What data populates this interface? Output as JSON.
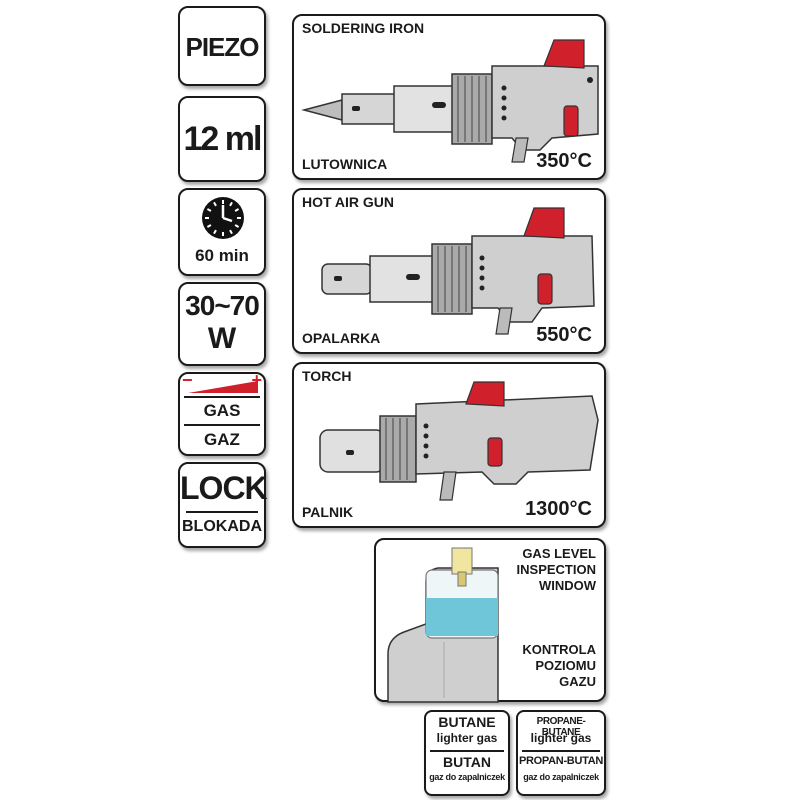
{
  "left_panel": {
    "piezo": "PIEZO",
    "volume": "12 ml",
    "time": "60 min",
    "power_line1": "30~70",
    "power_line2": "W",
    "gas_minus": "−",
    "gas_plus": "+",
    "gas_en": "GAS",
    "gas_pl": "GAZ",
    "lock_en": "LOCK",
    "lock_pl": "BLOKADA"
  },
  "modes": [
    {
      "title": "SOLDERING IRON",
      "subtitle": "LUTOWNICA",
      "temperature": "350°C"
    },
    {
      "title": "HOT AIR GUN",
      "subtitle": "OPALARKA",
      "temperature": "550°C"
    },
    {
      "title": "TORCH",
      "subtitle": "PALNIK",
      "temperature": "1300°C"
    }
  ],
  "gas_window": {
    "en_line1": "GAS LEVEL",
    "en_line2": "INSPECTION",
    "en_line3": "WINDOW",
    "pl_line1": "KONTROLA",
    "pl_line2": "POZIOMU",
    "pl_line3": "GAZU"
  },
  "fuel": [
    {
      "en": "BUTANE",
      "en_sub": "lighter gas",
      "pl": "BUTAN",
      "pl_sub": "gaz do zapalniczek"
    },
    {
      "en": "PROPANE-BUTANE",
      "en_sub": "lighter gas",
      "pl": "PROPAN-BUTAN",
      "pl_sub": "gaz do zapalniczek"
    }
  ],
  "colors": {
    "accent_red": "#d0202c",
    "body_gray": "#cfcfcf",
    "gas_blue": "#6fc6d8"
  }
}
